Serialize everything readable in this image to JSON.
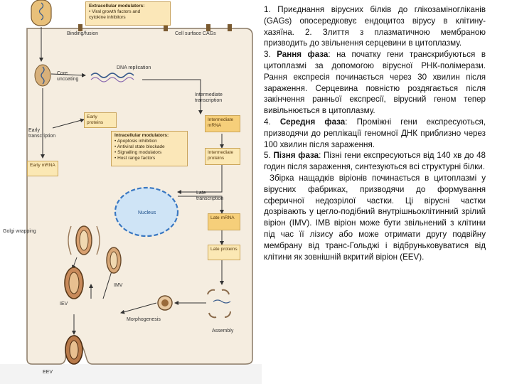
{
  "diagram": {
    "extracellular_modulators": {
      "title": "Extracellular modulators:",
      "items": [
        "• Viral growth factors and",
        "  cytokine inhibitors"
      ]
    },
    "intracellular_modulators": {
      "title": "Intracellular modulators:",
      "items": [
        "• Apoptosis inhibition",
        "• Antiviral state blockade",
        "• Signalling modulators",
        "• Host range factors"
      ]
    },
    "labels": {
      "binding_fusion": "Binding/fusion",
      "cell_surface_cags": "Cell surface CAGs",
      "core_uncoating": "Core uncoating",
      "dna_replication": "DNA replication",
      "intermediate_transcription": "Intermediate transcription",
      "early_transcription": "Early transcription",
      "late_transcription": "Late transcription",
      "wrapping": "Golgi wrapping",
      "iev": "IEV",
      "imv": "IMV",
      "eev": "EEV",
      "morphogenesis": "Morphogenesis",
      "assembly": "Assembly",
      "nucleus": "Nucleus"
    },
    "boxes": {
      "early_proteins": "Early proteins",
      "early_mrna": "Early mRNA",
      "intermediate_mrna": "Intermediate mRNA",
      "intermediate_proteins": "Intermediate proteins",
      "late_mrna": "Late mRNA",
      "late_proteins": "Late proteins"
    }
  },
  "text": {
    "p1": "1. Приєднання вірусних білків до глікозаміногліканів (GAGs) опосередковує ендоцитоз вірусу в клітину-хазяїна. 2. Злиття з плазматичною мембраною призводить до звільнення серцевини в цитоплазму.",
    "p3_num": "3.",
    "p3_bold": "Рання фаза",
    "p3_rest": ": на початку гени транскрибуються в цитоплазмі за допомогою вірусної РНК-полімерази. Рання експресія починається через 30 хвилин після зараження. Серцевина повністю роздягається після закінчення ранньої експресії, вірусний геном тепер вивільнюється в цитоплазму.",
    "p4_num": "4.",
    "p4_bold": "Середня фаза",
    "p4_rest": ": Проміжні гени експресуються, призводячи до реплікації геномної ДНК приблизно через 100 хвилин після зараження.",
    "p5_num": "5.",
    "p5_bold": "Пізня фаза",
    "p5_rest": ": Пізні гени експресуються від 140 хв до 48 годин після зараження, синтезуються всі структурні білки.",
    "p6": "Збірка нащадків віріонів починається в цитоплазмі у вірусних фабриках, призводячи до формування сферичної недозрілої частки. Ці вірусні частки дозрівають у цегло-подібний внутрішньоклітинний зрілий віріон (IMV). IMВ віріон може бути звільнений з клітини під час її лізису або може отримати другу подвійну мембрану від транс-Гольджі і відбруньковуватися від клітини як зовнішній вкритий віріон (EEV)."
  }
}
